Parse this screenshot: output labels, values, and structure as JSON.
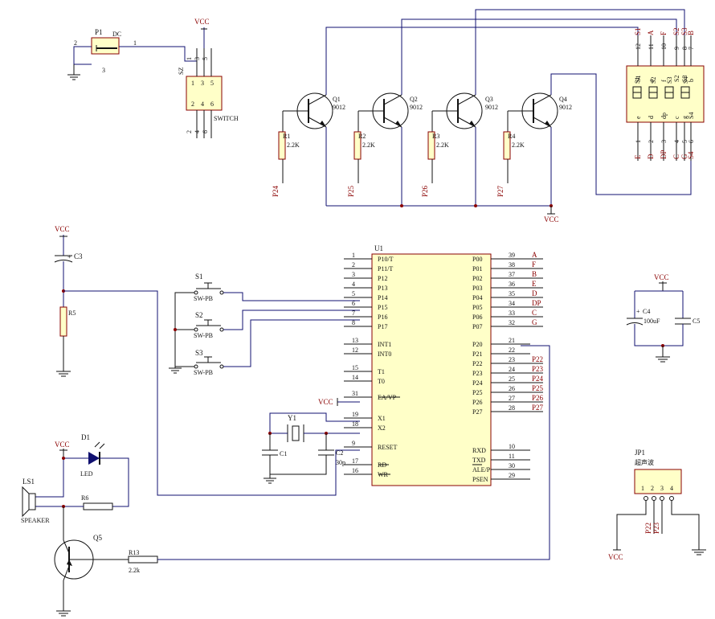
{
  "vcc": "VCC",
  "p1": {
    "ref": "P1",
    "type": "DC",
    "pin1": "1",
    "pin2": "2",
    "pin3": "3"
  },
  "sw": {
    "ref": "SZ",
    "name": "SWITCH",
    "pins_top": [
      "1",
      "3",
      "5"
    ],
    "pins_mid": [
      "1",
      "3",
      "5"
    ],
    "pins_mid2": [
      "2",
      "4",
      "6"
    ],
    "pins_bot": [
      "2",
      "4",
      "6"
    ],
    "p1": "1",
    "p2": "3",
    "p3": "5"
  },
  "transistors": [
    {
      "ref": "Q1",
      "part": "9012"
    },
    {
      "ref": "Q2",
      "part": "9012"
    },
    {
      "ref": "Q3",
      "part": "9012"
    },
    {
      "ref": "Q4",
      "part": "9012"
    },
    {
      "ref": "Q5",
      "part": ""
    }
  ],
  "base_res": [
    {
      "ref": "R1",
      "val": "2.2K",
      "net": "P24"
    },
    {
      "ref": "R2",
      "val": "2.2K",
      "net": "P25"
    },
    {
      "ref": "R3",
      "val": "2.2K",
      "net": "P26"
    },
    {
      "ref": "R4",
      "val": "2.2K",
      "net": "P27"
    }
  ],
  "display": {
    "top_pins": [
      {
        "n": "12",
        "s": "S1"
      },
      {
        "n": "11",
        "s": "A"
      },
      {
        "n": "10",
        "s": "F"
      },
      {
        "n": "9",
        "s": "S2"
      },
      {
        "n": "8",
        "s": "S3"
      },
      {
        "n": "7",
        "s": "B"
      }
    ],
    "bot_pins": [
      {
        "n": "1",
        "s": "E"
      },
      {
        "n": "2",
        "s": "D"
      },
      {
        "n": "3",
        "s": "DP"
      },
      {
        "n": "4",
        "s": "C"
      },
      {
        "n": "5",
        "s": "G"
      },
      {
        "n": "6",
        "s": "S4"
      }
    ],
    "inner_top": [
      "S1",
      "a",
      "f",
      "S2",
      "S3",
      "b"
    ],
    "inner_bot": [
      "e",
      "d",
      "dp",
      "c",
      "g",
      "S4"
    ],
    "inner_mid": [
      "S1",
      "S2",
      "S3",
      "S4"
    ]
  },
  "c3": {
    "ref": "C3",
    "plus": "+"
  },
  "r5": {
    "ref": "R5"
  },
  "switches": [
    {
      "ref": "S1",
      "type": "SW-PB"
    },
    {
      "ref": "S2",
      "type": "SW-PB"
    },
    {
      "ref": "S3",
      "type": "SW-PB"
    }
  ],
  "u1": {
    "ref": "U1",
    "left": [
      {
        "n": "1",
        "l": "P10/T"
      },
      {
        "n": "2",
        "l": "P11/T"
      },
      {
        "n": "3",
        "l": "P12"
      },
      {
        "n": "4",
        "l": "P13"
      },
      {
        "n": "5",
        "l": "P14"
      },
      {
        "n": "6",
        "l": "P15"
      },
      {
        "n": "7",
        "l": "P16"
      },
      {
        "n": "8",
        "l": "P17"
      },
      {
        "n": "13",
        "l": "INT1"
      },
      {
        "n": "12",
        "l": "INT0"
      },
      {
        "n": "15",
        "l": "T1"
      },
      {
        "n": "14",
        "l": "T0"
      },
      {
        "n": "31",
        "l": "EA/VP"
      },
      {
        "n": "19",
        "l": "X1"
      },
      {
        "n": "18",
        "l": "X2"
      },
      {
        "n": "9",
        "l": "RESET"
      },
      {
        "n": "17",
        "l": "RD"
      },
      {
        "n": "16",
        "l": "WR"
      }
    ],
    "right": [
      {
        "n": "39",
        "l": "P00",
        "net": "A"
      },
      {
        "n": "38",
        "l": "P01",
        "net": "F"
      },
      {
        "n": "37",
        "l": "P02",
        "net": "B"
      },
      {
        "n": "36",
        "l": "P03",
        "net": "E"
      },
      {
        "n": "35",
        "l": "P04",
        "net": "D"
      },
      {
        "n": "34",
        "l": "P05",
        "net": "DP"
      },
      {
        "n": "33",
        "l": "P06",
        "net": "C"
      },
      {
        "n": "32",
        "l": "P07",
        "net": "G"
      },
      {
        "n": "21",
        "l": "P20",
        "net": ""
      },
      {
        "n": "22",
        "l": "P21",
        "net": ""
      },
      {
        "n": "23",
        "l": "P22",
        "net": "P22"
      },
      {
        "n": "24",
        "l": "P23",
        "net": "P23"
      },
      {
        "n": "25",
        "l": "P24",
        "net": "P24"
      },
      {
        "n": "26",
        "l": "P25",
        "net": "P25"
      },
      {
        "n": "27",
        "l": "P26",
        "net": "P26"
      },
      {
        "n": "28",
        "l": "P27",
        "net": "P27"
      },
      {
        "n": "10",
        "l": "RXD",
        "net": ""
      },
      {
        "n": "11",
        "l": "TXD",
        "net": ""
      },
      {
        "n": "30",
        "l": "ALE/P",
        "net": ""
      },
      {
        "n": "29",
        "l": "PSEN",
        "net": ""
      }
    ]
  },
  "y1": {
    "ref": "Y1"
  },
  "c1": {
    "ref": "C1"
  },
  "c2": {
    "ref": "C2",
    "val": "30p"
  },
  "c4": {
    "ref": "C4",
    "val": "100uF",
    "plus": "+"
  },
  "c5": {
    "ref": "C5"
  },
  "d1": {
    "ref": "D1",
    "type": "LED"
  },
  "ls1": {
    "ref": "LS1",
    "type": "SPEAKER"
  },
  "r6": {
    "ref": "R6"
  },
  "r13": {
    "ref": "R13",
    "val": "2.2k"
  },
  "jp1": {
    "ref": "JP1",
    "name": "超声波",
    "pins": [
      "1",
      "2",
      "3",
      "4"
    ],
    "nets": [
      "P22",
      "P23"
    ]
  },
  "colors": {
    "wire": "#101070",
    "body": "#ffffc8",
    "body_border": "#8a0000",
    "red_text": "#8a0000"
  }
}
